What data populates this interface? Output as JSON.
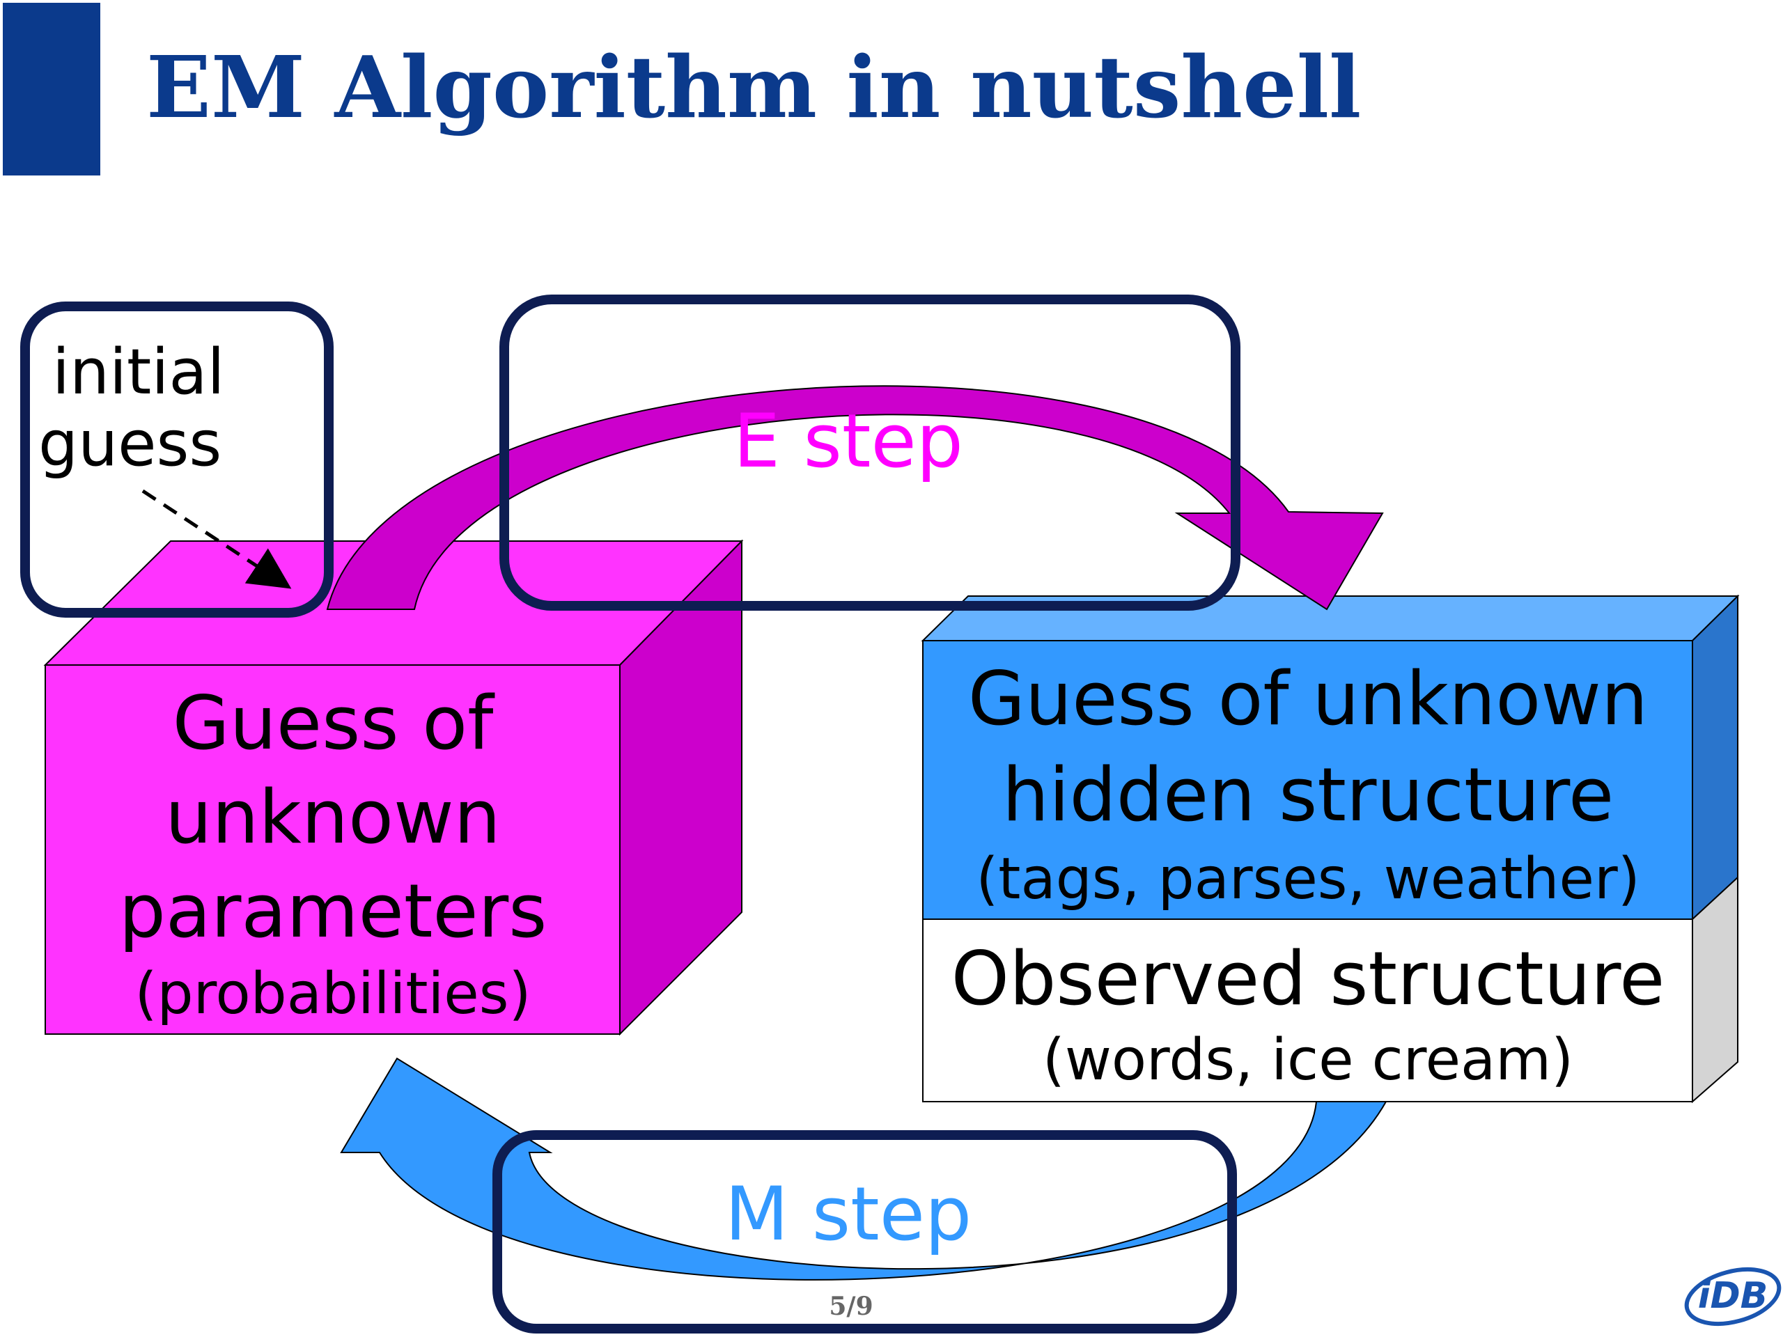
{
  "slide": {
    "title": "EM Algorithm in nutshell",
    "page_number": "5/9",
    "logo_text": "iDB"
  },
  "callout": {
    "line1": "initial",
    "line2": "guess"
  },
  "left_box": {
    "line1": "Guess of",
    "line2": "unknown",
    "line3": "parameters",
    "line4": "(probabilities)"
  },
  "right_box": {
    "top_line1": "Guess of unknown",
    "top_line2": "hidden structure",
    "top_line3": "(tags, parses, weather)",
    "bottom_line1": "Observed structure",
    "bottom_line2": "(words, ice cream)"
  },
  "e_step": {
    "label": "E step"
  },
  "m_step": {
    "label": "M step"
  },
  "colors": {
    "title_blue": "#0b3a8c",
    "frame_navy": "#0e1d52",
    "magenta_front": "#ff33ff",
    "magenta_side": "#cc00cc",
    "magenta_label": "#ff00ff",
    "blue_front": "#3399ff",
    "blue_top": "#66b2ff",
    "blue_side": "#2a75cc",
    "m_label": "#3399ff"
  },
  "icons": {
    "logo": "idb-logo-icon",
    "arrow": "dashed-arrow-icon"
  }
}
